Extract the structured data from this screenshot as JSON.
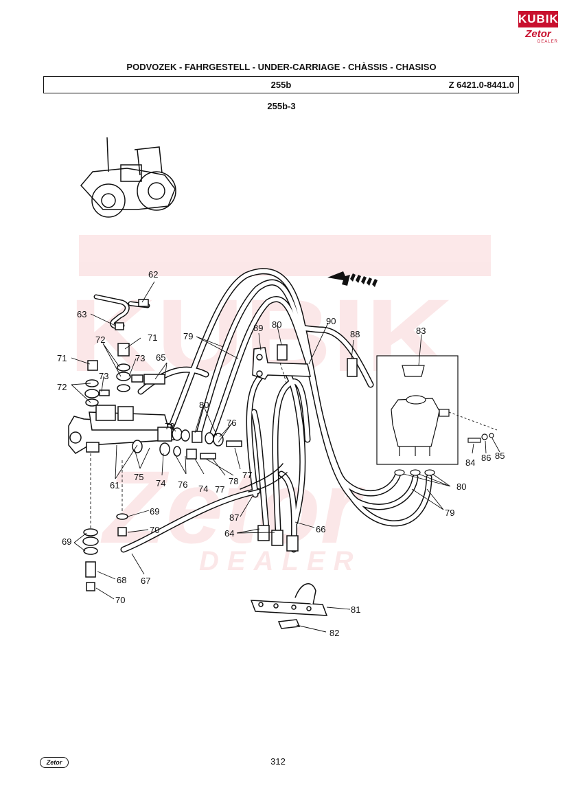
{
  "logo": {
    "brand": "KUBIK",
    "sub": "Zetor",
    "tag": "DEALER"
  },
  "header": {
    "title": "PODVOZEK - FAHRGESTELL - UNDER-CARRIAGE - CHÀSSIS - CHASISO",
    "code": "255b",
    "models": "Z 6421.0-8441.0",
    "subcode": "255b-3"
  },
  "watermark": {
    "brand": "KUBIK",
    "sub": "Zetor",
    "tag": "DEALER"
  },
  "labels": {
    "l61": "61",
    "l62": "62",
    "l63": "63",
    "l64": "64",
    "l65": "65",
    "l66": "66",
    "l67": "67",
    "l68": "68",
    "l69a": "69",
    "l69b": "69",
    "l70a": "70",
    "l70b": "70",
    "l71a": "71",
    "l71b": "71",
    "l72a": "72",
    "l72b": "72",
    "l73a": "73",
    "l73b": "73",
    "l74a": "74",
    "l74b": "74",
    "l75": "75",
    "l76a": "76",
    "l76b": "76",
    "l77a": "77",
    "l77b": "77",
    "l78a": "78",
    "l78b": "78",
    "l79a": "79",
    "l79b": "79",
    "l80a": "80",
    "l80b": "80",
    "l80c": "80",
    "l81": "81",
    "l82": "82",
    "l83": "83",
    "l84": "84",
    "l85": "85",
    "l86": "86",
    "l87": "87",
    "l88": "88",
    "l89": "89",
    "l90": "90"
  },
  "footer": {
    "logo": "Zetor",
    "page": "312"
  }
}
